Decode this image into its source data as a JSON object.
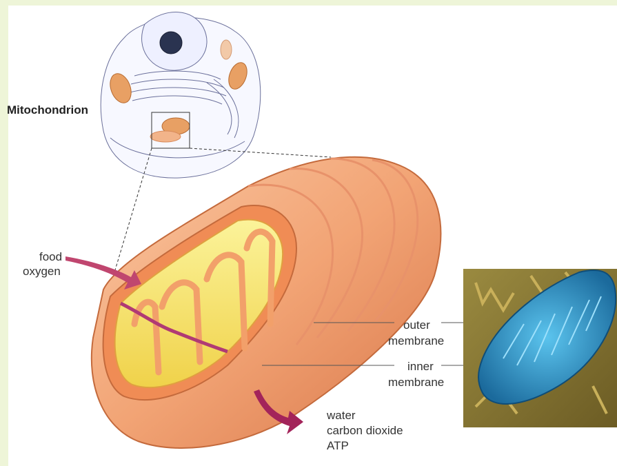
{
  "labels": {
    "title": "Mitochondrion",
    "food": "food",
    "oxygen": "oxygen",
    "outer_1": "outer",
    "outer_2": "membrane",
    "inner_1": "inner",
    "inner_2": "membrane",
    "water": "water",
    "carbon_dioxide": "carbon dioxide",
    "atp": "ATP"
  },
  "colors": {
    "outer_membrane": "#f2a475",
    "outer_membrane_dark": "#e07f4e",
    "inner_membrane": "#ffd960",
    "matrix": "#f7ef84",
    "arrow": "#a3245a",
    "micrograph_bg": "#8a7a38",
    "micrograph_cell": "#2a8ec0"
  },
  "icons": {
    "cell": "animal-cell-illustration",
    "mitochondrion": "mitochondrion-cutaway",
    "micrograph": "electron-micrograph"
  }
}
